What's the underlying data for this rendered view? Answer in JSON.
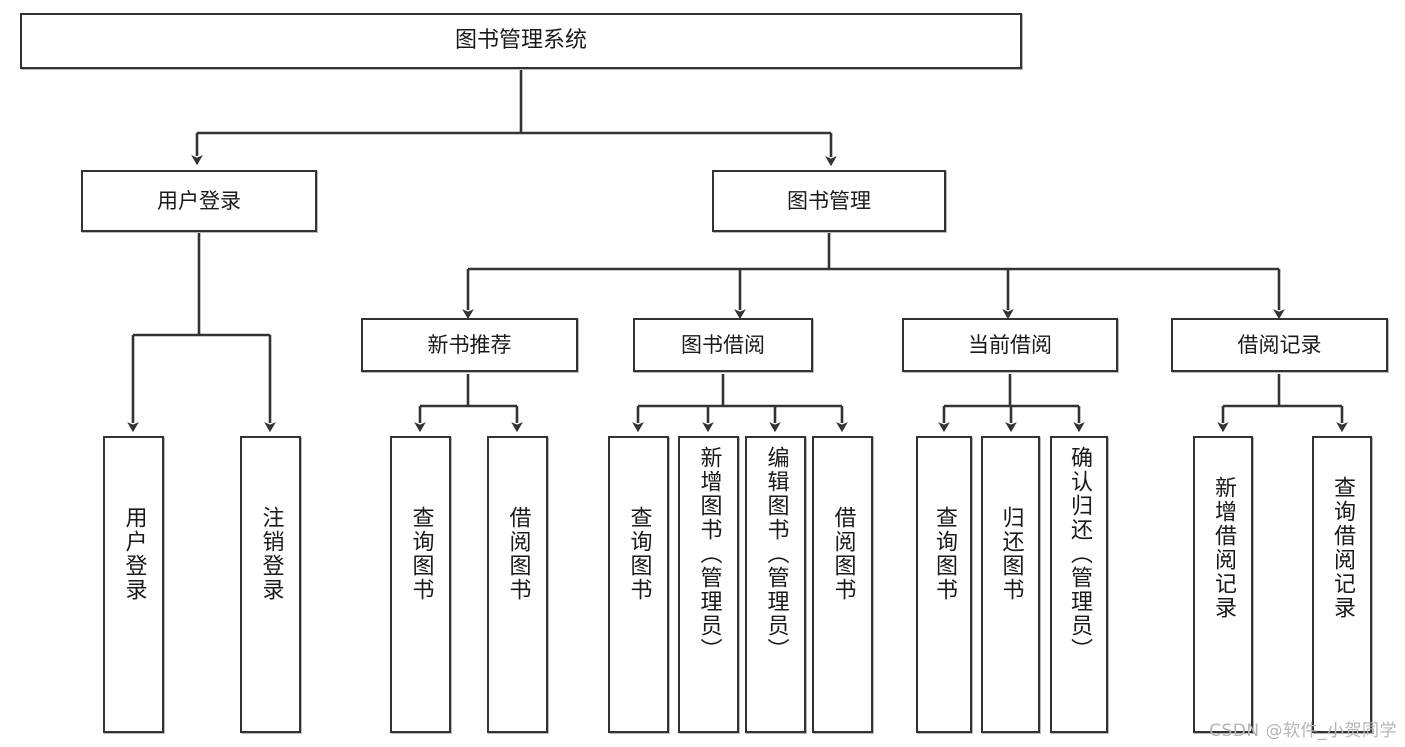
{
  "diagram": {
    "title": "图书管理系统",
    "type": "tree-hierarchy-chart",
    "root": {
      "id": "root",
      "label": "图书管理系统"
    },
    "level2": [
      {
        "id": "user-login",
        "label": "用户登录"
      },
      {
        "id": "book-management",
        "label": "图书管理"
      }
    ],
    "level3": [
      {
        "id": "new-book-recommend",
        "label": "新书推荐",
        "parent": "book-management"
      },
      {
        "id": "book-borrow",
        "label": "图书借阅",
        "parent": "book-management"
      },
      {
        "id": "current-borrow",
        "label": "当前借阅",
        "parent": "book-management"
      },
      {
        "id": "borrow-record",
        "label": "借阅记录",
        "parent": "book-management"
      }
    ],
    "leaves": [
      {
        "id": "leaf-user-login",
        "label": "用户登录",
        "parent": "user-login"
      },
      {
        "id": "leaf-logout-login",
        "label": "注销登录",
        "parent": "user-login"
      },
      {
        "id": "leaf-query-book-1",
        "label": "查询图书",
        "parent": "new-book-recommend"
      },
      {
        "id": "leaf-borrow-book-1",
        "label": "借阅图书",
        "parent": "new-book-recommend"
      },
      {
        "id": "leaf-query-book-2",
        "label": "查询图书",
        "parent": "book-borrow"
      },
      {
        "id": "leaf-add-book",
        "label": "新增图书（管理员）",
        "parent": "book-borrow"
      },
      {
        "id": "leaf-edit-book",
        "label": "编辑图书（管理员）",
        "parent": "book-borrow"
      },
      {
        "id": "leaf-borrow-book-2",
        "label": "借阅图书",
        "parent": "book-borrow"
      },
      {
        "id": "leaf-query-book-3",
        "label": "查询图书",
        "parent": "current-borrow"
      },
      {
        "id": "leaf-return-book",
        "label": "归还图书",
        "parent": "current-borrow"
      },
      {
        "id": "leaf-confirm-return",
        "label": "确认归还（管理员）",
        "parent": "current-borrow"
      },
      {
        "id": "leaf-add-record",
        "label": "新增借阅记录",
        "parent": "borrow-record"
      },
      {
        "id": "leaf-query-record",
        "label": "查询借阅记录",
        "parent": "borrow-record"
      }
    ],
    "colors": {
      "box_border": "#333333",
      "box_fill": "#ffffff",
      "edge": "#333333",
      "text": "#1a1a1a",
      "watermark": "#b5b5b5"
    }
  },
  "watermark": {
    "text": "CSDN @软件_小贺同学"
  }
}
